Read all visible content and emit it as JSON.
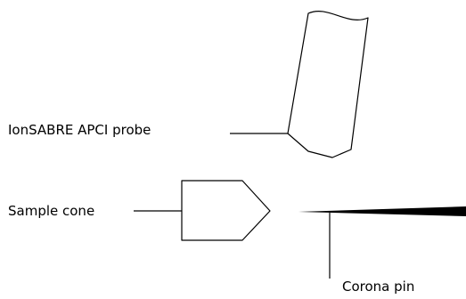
{
  "labels": {
    "probe": "IonSABRE APCI probe",
    "sample_cone": "Sample cone",
    "corona_pin": "Corona pin"
  },
  "colors": {
    "stroke": "#000000",
    "fill": "#ffffff",
    "text": "#000000"
  }
}
